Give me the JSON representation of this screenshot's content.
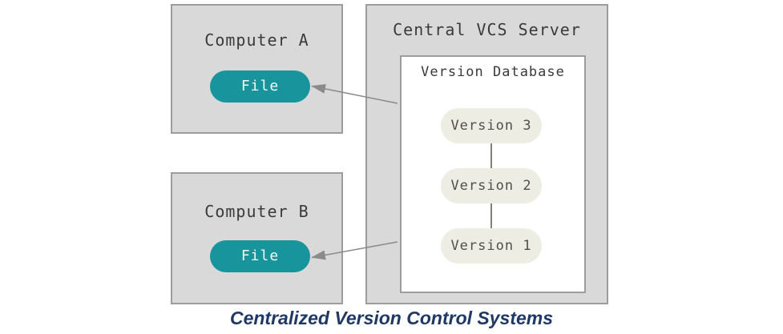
{
  "computer_a": {
    "title": "Computer A",
    "file_label": "File"
  },
  "computer_b": {
    "title": "Computer B",
    "file_label": "File"
  },
  "server": {
    "title": "Central VCS Server",
    "database": {
      "title": "Version Database",
      "versions": [
        "Version 3",
        "Version 2",
        "Version 1"
      ]
    }
  },
  "caption": "Centralized Version Control Systems",
  "colors": {
    "teal": "#17949c",
    "box_fill": "#d9d9d9",
    "box_border": "#9d9d9d",
    "version_pill_fill": "#eeede4",
    "version_text": "#524e49",
    "title_text": "#3a3a3a",
    "file_text": "#f4f7f5",
    "arrow": "#8b8b8b",
    "connector": "#878278",
    "caption_color": "#1f3864"
  }
}
